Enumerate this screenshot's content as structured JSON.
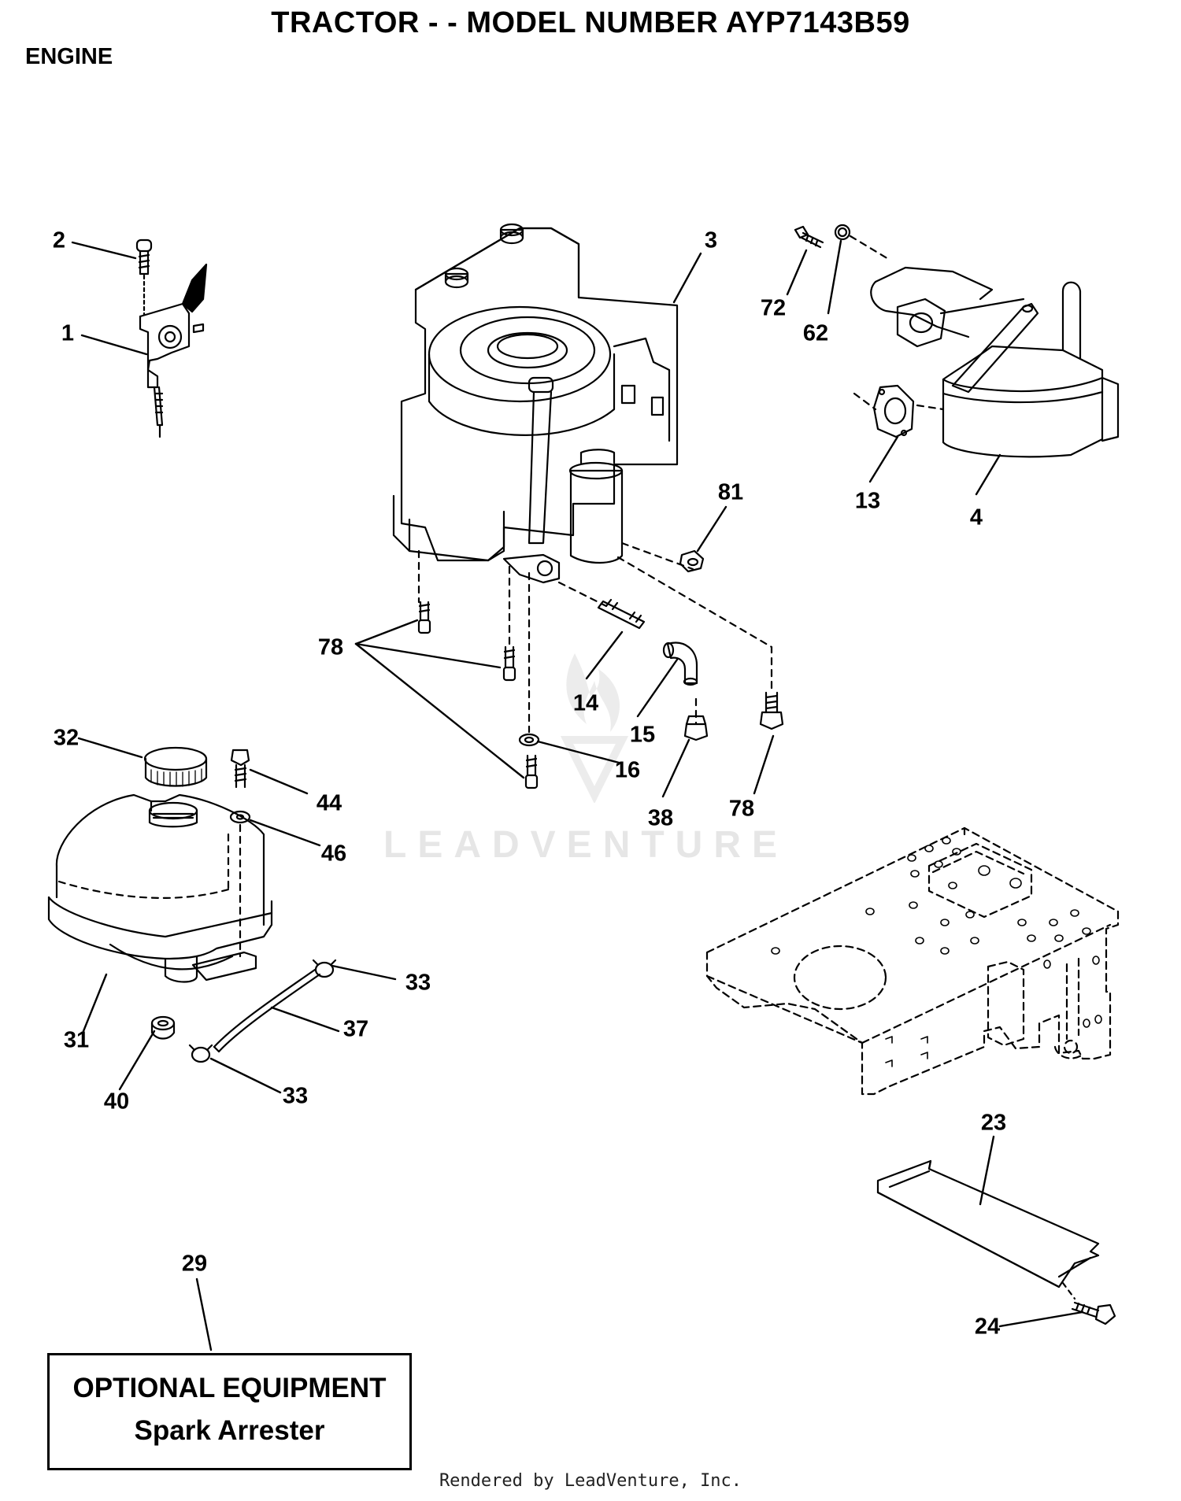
{
  "header": {
    "title": "TRACTOR - - MODEL NUMBER AYP7143B59",
    "section": "ENGINE"
  },
  "callouts": {
    "c1": "1",
    "c2": "2",
    "c3": "3",
    "c4": "4",
    "c13": "13",
    "c14": "14",
    "c15": "15",
    "c16": "16",
    "c23": "23",
    "c24": "24",
    "c29": "29",
    "c31": "31",
    "c32": "32",
    "c33a": "33",
    "c33b": "33",
    "c37": "37",
    "c38": "38",
    "c40": "40",
    "c44": "44",
    "c46": "46",
    "c62": "62",
    "c72": "72",
    "c78a": "78",
    "c78b": "78",
    "c81": "81"
  },
  "optional_equipment": {
    "heading": "OPTIONAL EQUIPMENT",
    "item": "Spark Arrester"
  },
  "watermark": "LEADVENTURE",
  "footer": "Rendered by LeadVenture, Inc."
}
